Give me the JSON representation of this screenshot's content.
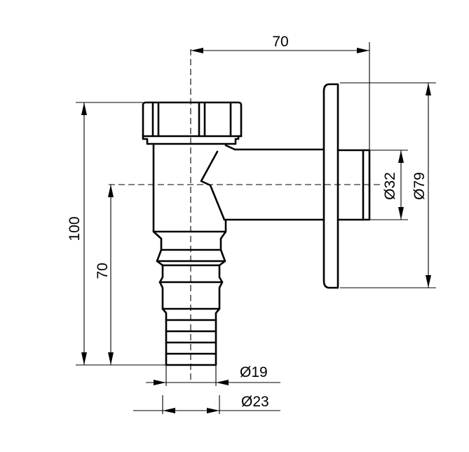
{
  "dimensions": {
    "depth": "70",
    "total_height": "100",
    "axis_height": "70",
    "outlet_diameter": "Ø32",
    "flange_diameter": "Ø79",
    "hose_inner_diameter": "Ø19",
    "hose_outer_diameter": "Ø23"
  }
}
